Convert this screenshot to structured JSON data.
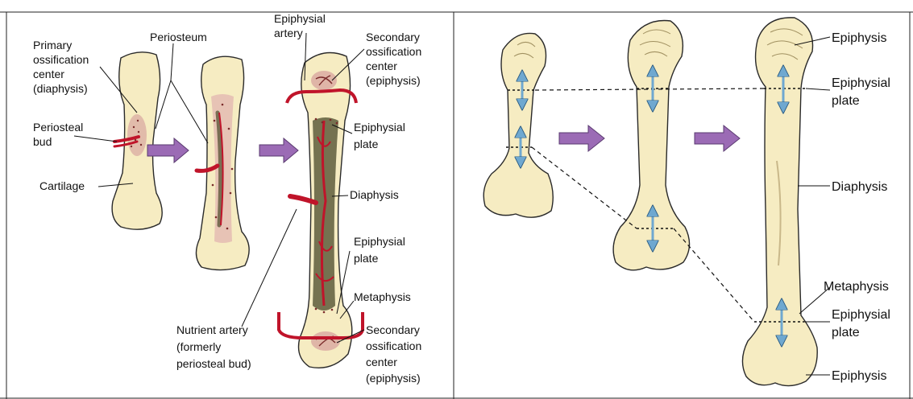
{
  "left_panel": {
    "primary_ossification_center": [
      "Primary",
      "ossification",
      "center",
      "(diaphysis)"
    ],
    "periosteum": "Periosteum",
    "periosteal_bud": [
      "Periosteal",
      "bud"
    ],
    "cartilage": "Cartilage",
    "epiphysial_artery": [
      "Epiphysial",
      "artery"
    ],
    "secondary_center_top": [
      "Secondary",
      "ossification",
      "center",
      "(epiphysis)"
    ],
    "epiphysial_plate_top": [
      "Epiphysial",
      "plate"
    ],
    "diaphysis": "Diaphysis",
    "epiphysial_plate_bottom": [
      "Epiphysial",
      "plate"
    ],
    "metaphysis": "Metaphysis",
    "nutrient_artery": [
      "Nutrient artery",
      "(formerly",
      "periosteal bud)"
    ],
    "secondary_center_bottom": [
      "Secondary",
      "ossification",
      "center",
      "(epiphysis)"
    ]
  },
  "right_panel": {
    "epiphysis_top": "Epiphysis",
    "epiphysial_plate_top": [
      "Epiphysial",
      "plate"
    ],
    "diaphysis": "Diaphysis",
    "metaphysis": "Metaphysis",
    "epiphysial_plate_bottom": [
      "Epiphysial",
      "plate"
    ],
    "epiphysis_bottom": "Epiphysis"
  },
  "colors": {
    "bone_fill": "#f6ecc2",
    "bone_outline": "#2a2a2a",
    "artery": "#c0142a",
    "marrow": "#4a4a2a",
    "flow_arrow": "#9b6bb5",
    "growth_arrow": "#6fa8d0"
  }
}
